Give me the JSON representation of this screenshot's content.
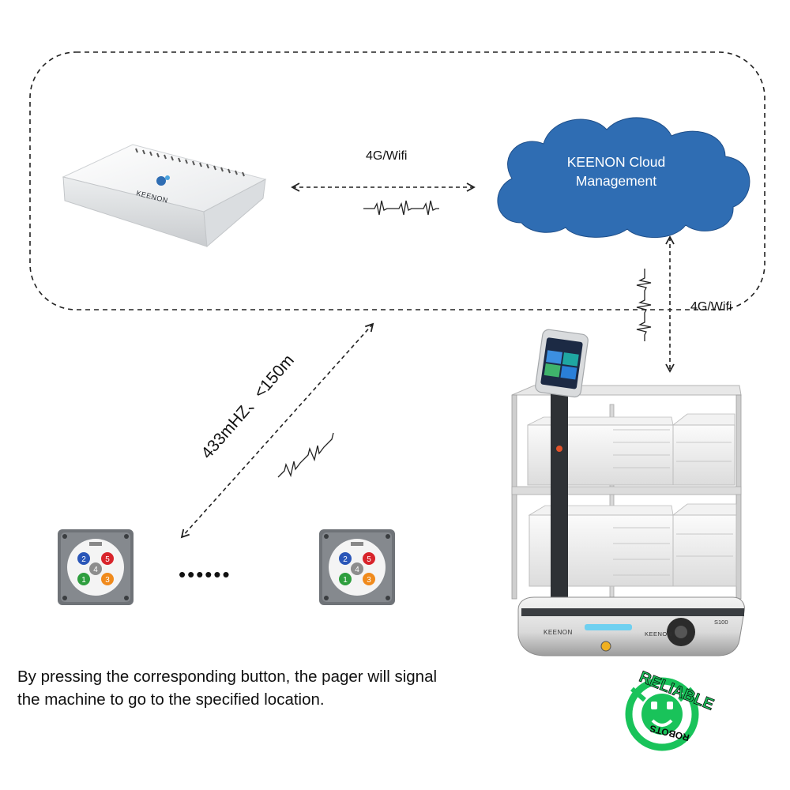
{
  "links": {
    "router_cloud_label": "4G/Wifi",
    "cloud_robot_label": "4G/Wifi",
    "pager_link_label": "433mHZ、<150m"
  },
  "router": {
    "brand": "KEENON"
  },
  "cloud": {
    "line1": "KEENON Cloud",
    "line2": "Management",
    "color": "#2f6db3"
  },
  "pagers": {
    "count_shown": 2,
    "ellipsis": "••••••",
    "buttons": [
      {
        "label": "2",
        "color": "#2a56b8"
      },
      {
        "label": "5",
        "color": "#d8242b"
      },
      {
        "label": "4",
        "color": "#8d8d8d"
      },
      {
        "label": "1",
        "color": "#2e9e3e"
      },
      {
        "label": "3",
        "color": "#f08a1c"
      }
    ]
  },
  "robot": {
    "brand": "KEENON",
    "model": "S100"
  },
  "caption": {
    "line1": "By pressing the corresponding button, the pager will signal",
    "line2": "the machine to go to the specified location."
  },
  "logo": {
    "top_text": "RELIABLE",
    "bottom_text": "ROBOTS",
    "color": "#19c35a"
  }
}
